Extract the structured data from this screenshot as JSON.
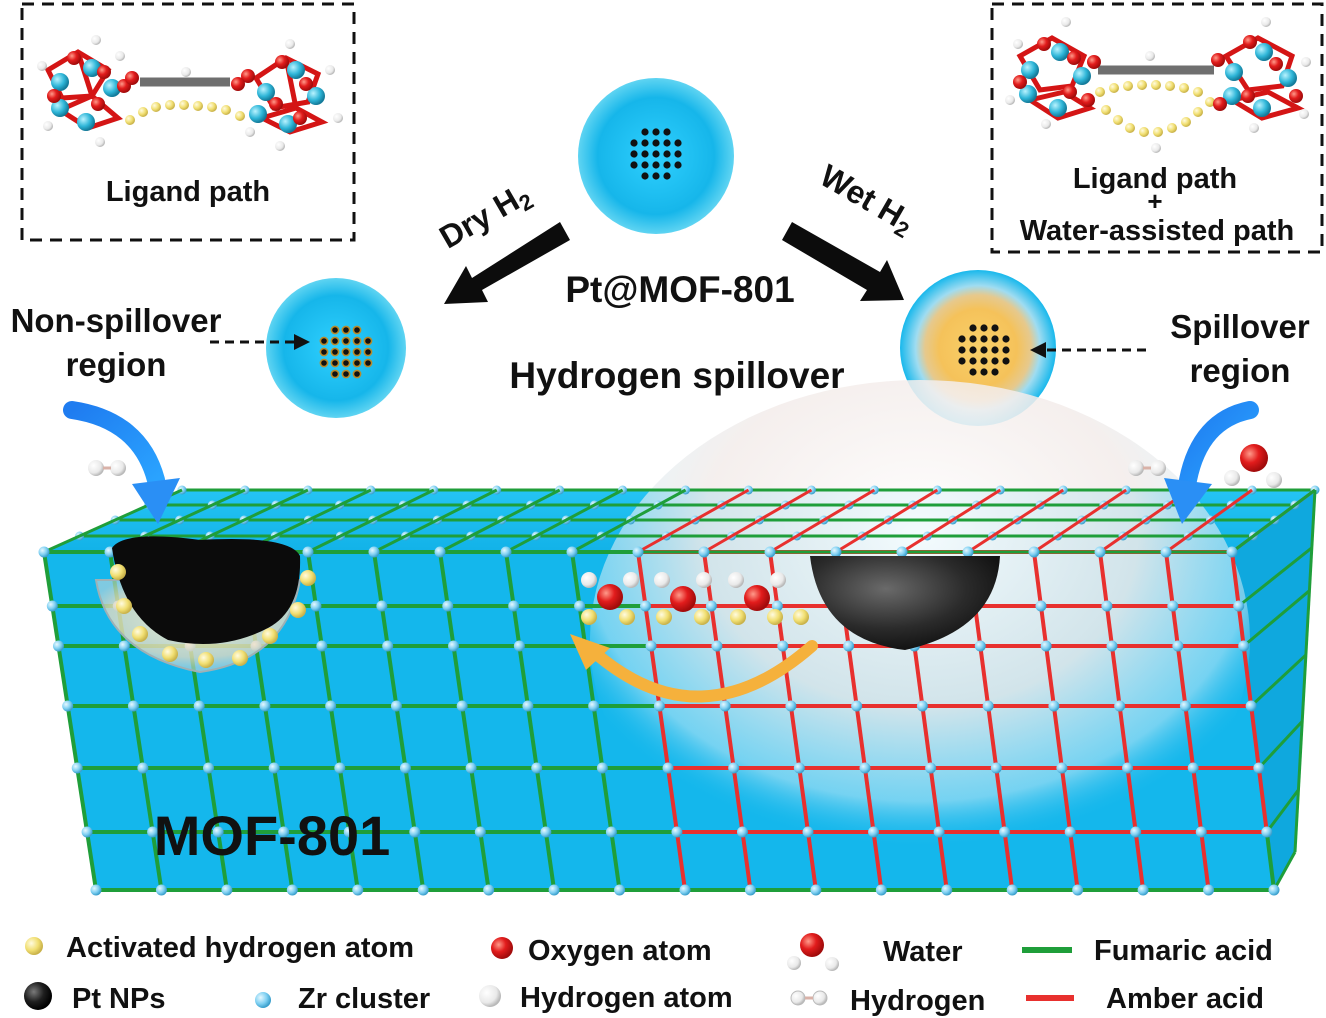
{
  "insets": {
    "left": {
      "caption": "Ligand path"
    },
    "right": {
      "caption_line1": "Ligand path",
      "plus": "+",
      "caption_line2": "Water-assisted path"
    }
  },
  "center": {
    "material_label": "Pt@MOF-801",
    "process_label": "Hydrogen spillover",
    "dry_arrow_label": "Dry H",
    "dry_arrow_sub": "2",
    "wet_arrow_label": "Wet H",
    "wet_arrow_sub": "2"
  },
  "regions": {
    "left_line1": "Non-spillover",
    "left_line2": "region",
    "right_line1": "Spillover",
    "right_line2": "region"
  },
  "framework_label": "MOF-801",
  "legend": {
    "activated_h": "Activated hydrogen atom",
    "oxygen": "Oxygen atom",
    "water": "Water",
    "fumaric": "Fumaric acid",
    "pt_nps": "Pt NPs",
    "zr_cluster": "Zr cluster",
    "hydrogen_atom": "Hydrogen atom",
    "hydrogen": "Hydrogen",
    "amber": "Amber acid"
  },
  "colors": {
    "box_blue": "#14b7ec",
    "fumaric_green": "#1f9e3a",
    "amber_red": "#e8302e",
    "zr_node": "#7fd0f2",
    "activated_h": "#f2e27a",
    "oxygen": "#e01b1b",
    "pt_black": "#111111",
    "spillover_orange": "#f5b13c"
  }
}
